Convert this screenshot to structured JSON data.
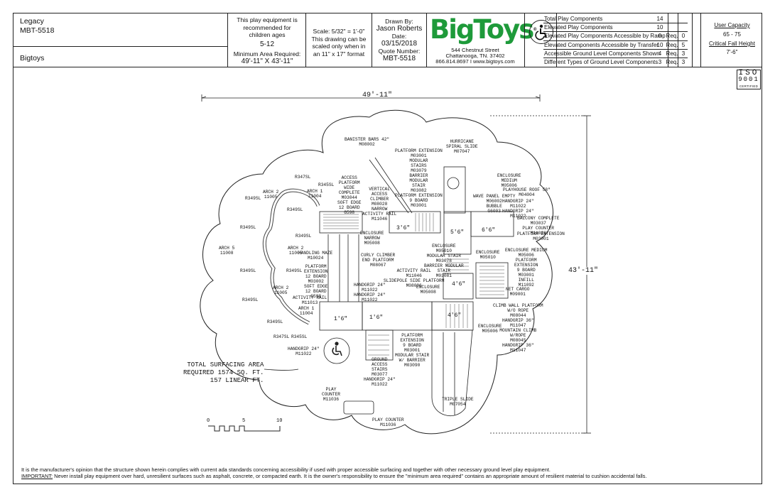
{
  "title_block": {
    "project_name": "Legacy",
    "project_code": "MBT-5518",
    "manufacturer": "Bigtoys",
    "recommend_line1": "This play equipment is",
    "recommend_line2": "recommended for",
    "recommend_line3": "children ages",
    "ages": "5-12",
    "min_area_label1": "Minimum Area Required:",
    "min_area_value": "49'-11\" X 43'-11\"",
    "scale": "Scale:  5/32\" = 1'-0\"",
    "scale_note1": "This drawing can be",
    "scale_note2": "scaled only when in",
    "scale_note3": "an 11\" x 17\" format",
    "drawn_by_label": "Drawn By:",
    "drawn_by": "Jason Roberts",
    "date_label": "Date:",
    "date": "03/15/2018",
    "quote_label": "Quote Number:",
    "quote_number": "MBT-5518",
    "logo_text": "BigToys",
    "address_line1": "544 Chestnut Street",
    "address_line2": "Chattanooga, TN. 37402",
    "address_line3": "866.814.8697 I www.bigtoys.com"
  },
  "components": [
    {
      "label": "Total Play Components",
      "value": "14",
      "req": "",
      "req_value": ""
    },
    {
      "label": "Elevated Play Components",
      "value": "10",
      "req": "",
      "req_value": ""
    },
    {
      "label": "Elevated Play Components Accessible by Ramp",
      "value": "0",
      "req": "Req.",
      "req_value": "0"
    },
    {
      "label": "Elevated Components Accessible by Transfer",
      "value": "10",
      "req": "Req.",
      "req_value": "5"
    },
    {
      "label": "Accessible Ground Level Components Shown",
      "value": "4",
      "req": "Req.",
      "req_value": "3"
    },
    {
      "label": "Different Types of Ground Level Components",
      "value": "3",
      "req": "Req.",
      "req_value": "3"
    }
  ],
  "capacity": {
    "user_capacity_label": "User Capacity",
    "user_capacity": "65 - 75",
    "fall_height_label": "Critical Fall Height",
    "fall_height": "7'-6\""
  },
  "iso": {
    "number": "9001",
    "top": "ISO",
    "certified": "CERTIFIED"
  },
  "drawing": {
    "width_dim": "49'-11\"",
    "height_dim": "43'-11\"",
    "surfacing_line1": "TOTAL SURFACING AREA",
    "surfacing_line2": "REQUIRED 1574 SQ. FT.",
    "surfacing_line3": "157 LINEAR FT.",
    "scale_bar": [
      "0",
      "5",
      "10"
    ],
    "platform_sizes": [
      "3'6\"",
      "5'6\"",
      "6'6\"",
      "4'6\"",
      "1'6\"",
      "1'6\"",
      "4'6\""
    ],
    "labels": [
      {
        "id": "banister",
        "text": "BANISTER BARS 42\"\nM08002"
      },
      {
        "id": "hurricane",
        "text": "HURRICANE\nSPIRAL SLIDE\nM07047"
      },
      {
        "id": "plat-ext-top",
        "text": "PLATFORM EXTENSION\nM03001\nMODULAR\nSTAIRS\nM03079\nBARRIER\nMODULAR\nSTAIR\nM03082\nPLATFORM EXTENSION\n9 BOARD\nM03001"
      },
      {
        "id": "access-platform",
        "text": "ACCESS\nPLATFORM\nWIDE\nCOMPLETE\nM03044\nSOFT EDGE\n12 BOARD\nG598"
      },
      {
        "id": "vertical-climber",
        "text": "VERTICAL\nACCESS\nCLIMBER\nM08028\nNARROW\nACTIVITY RAIL\nM11046"
      },
      {
        "id": "enclosure-med-top",
        "text": "ENCLOSURE\nMEDIUM\nM05006"
      },
      {
        "id": "playhouse-roof",
        "text": "PLAYHOUSE ROOF 58\"\nM04004"
      },
      {
        "id": "wave-panel",
        "text": "WAVE PANEL EMPTY\nM06002\nBUBBLE\nG6003"
      },
      {
        "id": "handgrip-tr",
        "text": "HANDGRIP 24\"\nM11022\nHANDGRIP 24\"\nM11022"
      },
      {
        "id": "balcony",
        "text": "BALCONY COMPLETE\nM03037\nPLAY COUNTER\nM11036"
      },
      {
        "id": "plat-ext-right",
        "text": "PLATFORM EXTENSION\nM03001"
      },
      {
        "id": "enclosure-narrow",
        "text": "ENCLOSURE\nNARROW\nM05008"
      },
      {
        "id": "enclosure-mid",
        "text": "ENCLOSURE\nM05010\nMODULAR STAIR\nM03078\nBARRIER MODULAR\nSTAIR\nM03081"
      },
      {
        "id": "curly-climber",
        "text": "CURLY CLIMBER\nEND PLATFORM\nM08067"
      },
      {
        "id": "enclosure-right",
        "text": "ENCLOSURE\nM05010"
      },
      {
        "id": "enclosure-medium-right",
        "text": "ENCLOSURE MEDIUM\nM05006\nPLATFORM\nEXTENSION\n9 BOARD\nM03001\nINFILL\nM11092"
      },
      {
        "id": "activity-rail-mid",
        "text": "ACTIVITY RAIL\nM11046\nSLIDEPOLE SIDE PLATFORM\nM08006"
      },
      {
        "id": "handgrip-mid",
        "text": "HANDGRIP 24\"\nM11022\nHANDGRIP 24\"\nM11022"
      },
      {
        "id": "enclosure-m05008",
        "text": "ENCLOSURE\nM05008"
      },
      {
        "id": "net-cargo",
        "text": "NET CARGO\nM09001"
      },
      {
        "id": "climb-wall",
        "text": "CLIMB WALL PLATFORM\nW/O ROPE\nM08044\nHANDGRIP 36\"\nM11047\nMOUNTAIN CLIMB\nW/ROPE\nM08045\nHANDGRIP 36\"\nM11047"
      },
      {
        "id": "enclosure-low-right",
        "text": "ENCLOSURE\nM05006"
      },
      {
        "id": "plat-ext-bottom",
        "text": "PLATFORM\nEXTENSION\n9 BOARD\nM03001\nMODULAR STAIR\nW/ BARRIER\nM03090"
      },
      {
        "id": "ground-stairs",
        "text": "GROUND\nACCESS\nSTAIRS\nM03077\nHANDGRIP 24\"\nM11022"
      },
      {
        "id": "handgrip-left",
        "text": "HANDGRIP 24\"\nM11022"
      },
      {
        "id": "play-counter-1",
        "text": "PLAY\nCOUNTER\nM11036"
      },
      {
        "id": "play-counter-2",
        "text": "PLAY COUNTER\nM11036"
      },
      {
        "id": "triple-slide",
        "text": "TRIPLE SLIDE\nM07054"
      },
      {
        "id": "handling-maze",
        "text": "HANDLING MAZE\nM10024"
      },
      {
        "id": "plat-ext-left",
        "text": "PLATFORM\nEXTENSION\n12 BOARD\nM03002\nSOFT EDGE\n12 BOARD\nG598"
      },
      {
        "id": "activity-rail-left",
        "text": "ACTIVITY RAIL\nM11013"
      },
      {
        "id": "arch1-top",
        "text": "ARCH 1\n11004"
      },
      {
        "id": "arch2-top",
        "text": "ARCH 2\n11005"
      },
      {
        "id": "arch2-mid",
        "text": "ARCH 2\n11005"
      },
      {
        "id": "arch5",
        "text": "ARCH 5\n11008"
      },
      {
        "id": "arch2-low",
        "text": "ARCH 2\n11005"
      },
      {
        "id": "arch1-low",
        "text": "ARCH 1\n11004"
      },
      {
        "id": "r347sl-top",
        "text": "R347SL"
      },
      {
        "id": "r345sl-top",
        "text": "R345SL"
      },
      {
        "id": "r349sl-1",
        "text": "R349SL"
      },
      {
        "id": "r349sl-2",
        "text": "R349SL"
      },
      {
        "id": "r349sl-3",
        "text": "R349SL"
      },
      {
        "id": "r349sl-4",
        "text": "R349SL"
      },
      {
        "id": "r349sl-5",
        "text": "R349SL"
      },
      {
        "id": "r349sl-6",
        "text": "R349SL"
      },
      {
        "id": "r349sl-7",
        "text": "R349SL"
      },
      {
        "id": "r349sl-8",
        "text": "R349SL"
      },
      {
        "id": "r349sl-9",
        "text": "R349SL"
      },
      {
        "id": "r349sl-10",
        "text": "R349SL"
      },
      {
        "id": "r347sl-bot",
        "text": "R347SL"
      },
      {
        "id": "r345sl-bot",
        "text": "R345SL"
      }
    ]
  },
  "footer": {
    "line1": "It is the manufacturer's opinion that the structure shown herein complies with current ada standards concerning accessibility if used with proper accessible surfacing and together with other necessary ground level play equipment.",
    "important": "IMPORTANT:",
    "line2": " Never install play equipment over hard, unresilient surfaces such as asphalt, concrete, or compacted earth.  It is the owner's responsibility to ensure the \"minimum area required\" contains an appropriate amount of resilient material to cushion accidental falls."
  }
}
